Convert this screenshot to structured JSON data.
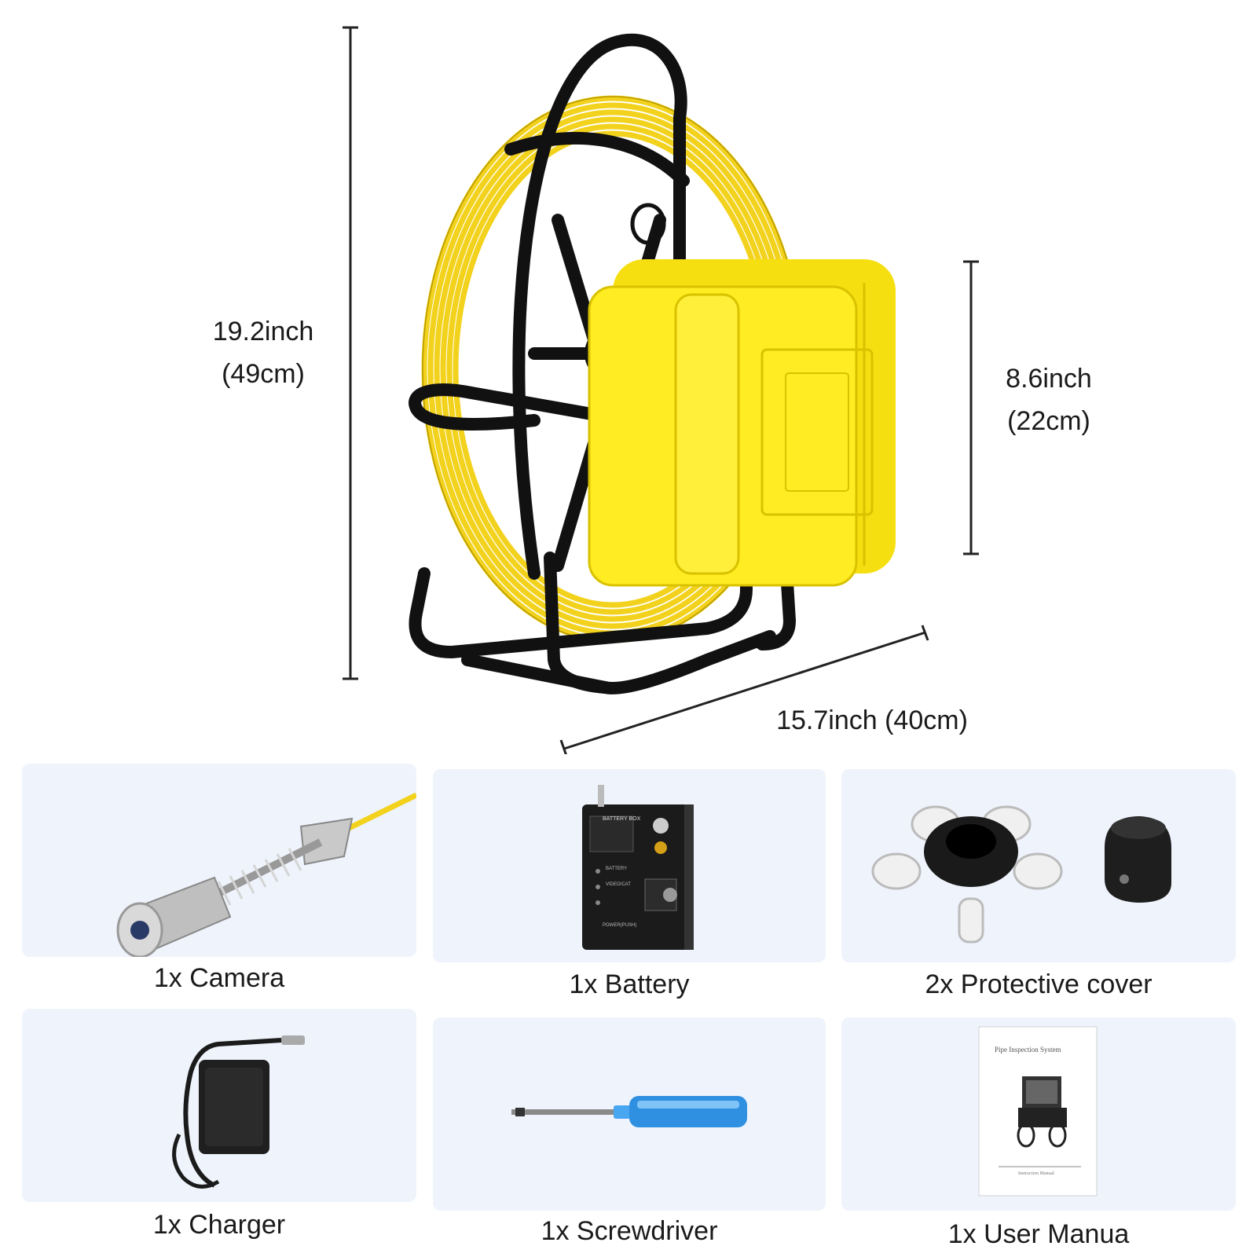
{
  "dimensions": {
    "height": {
      "value": "19.2inch",
      "metric": "(49cm)"
    },
    "case_height": {
      "value": "8.6inch",
      "metric": "(22cm)"
    },
    "width": {
      "label": "15.7inch (40cm)"
    }
  },
  "items": [
    {
      "id": "camera",
      "label": "1x Camera"
    },
    {
      "id": "battery",
      "label": "1x Battery"
    },
    {
      "id": "cover",
      "label": "2x Protective cover"
    },
    {
      "id": "charger",
      "label": "1x Charger"
    },
    {
      "id": "screwdriver",
      "label": "1x Screwdriver"
    },
    {
      "id": "manual",
      "label": "1x User Manua"
    }
  ],
  "battery_box": {
    "title": "BATTERY BOX",
    "lines": [
      "BATTERY",
      "VIDEO/CAT"
    ],
    "power": "POWER(PUSH)"
  },
  "manual_doc": {
    "title": "Pipe Inspection System",
    "footer": "Instruction Manual"
  },
  "colors": {
    "reel_yellow": "#f2d21c",
    "frame_black": "#111111",
    "card_bg": "#eef3fc",
    "case_yellow": "#ffec22",
    "handle_blue": "#2f8fe0"
  }
}
